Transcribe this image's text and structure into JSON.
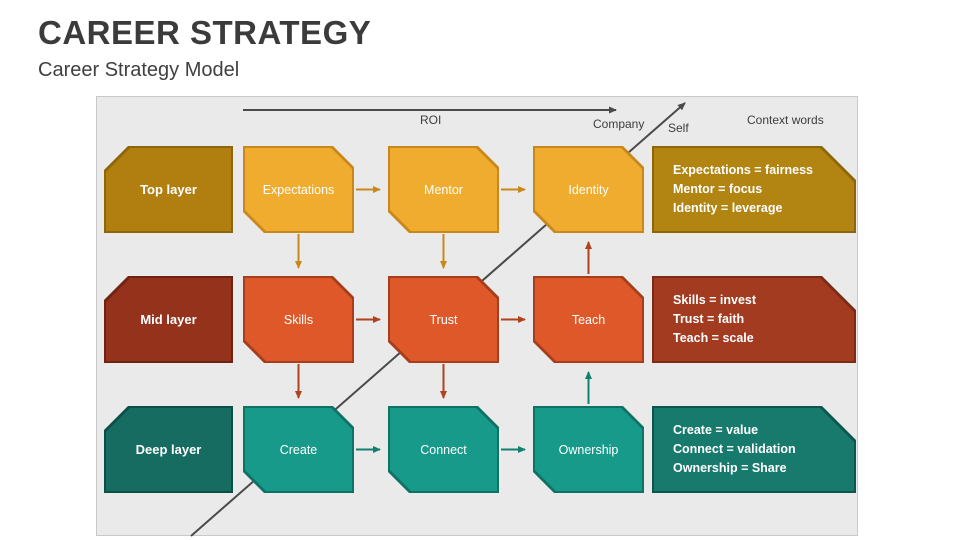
{
  "slide": {
    "title": "CAREER STRATEGY",
    "subtitle": "Career Strategy Model"
  },
  "diagram": {
    "axis": {
      "roi": "ROI",
      "company": "Company",
      "self": "Self",
      "context_words": "Context words"
    },
    "rows": [
      {
        "layer_label": "Top layer",
        "boxes": [
          "Expectations",
          "Mentor",
          "Identity"
        ],
        "context_lines": [
          "Expectations = fairness",
          "Mentor = focus",
          "Identity = leverage"
        ],
        "colors": {
          "box_fill": "#f0ac2e",
          "box_border": "#c9881c",
          "layer_fill": "#b17f10",
          "context_fill": "#b28412",
          "arrow": "#c8891a"
        }
      },
      {
        "layer_label": "Mid layer",
        "boxes": [
          "Skills",
          "Trust",
          "Teach"
        ],
        "context_lines": [
          "Skills = invest",
          "Trust = faith",
          "Teach = scale"
        ],
        "colors": {
          "box_fill": "#df5829",
          "box_border": "#a63e1b",
          "layer_fill": "#94321c",
          "context_fill": "#a33b21",
          "arrow": "#b0431e"
        }
      },
      {
        "layer_label": "Deep layer",
        "boxes": [
          "Create",
          "Connect",
          "Ownership"
        ],
        "context_lines": [
          "Create = value",
          "Connect = validation",
          "Ownership = Share"
        ],
        "colors": {
          "box_fill": "#189a8a",
          "box_border": "#0f7264",
          "layer_fill": "#176c61",
          "context_fill": "#187a6d",
          "arrow": "#11806f"
        }
      }
    ],
    "panel_colors": {
      "background": "#eaeaea",
      "border": "#c9c9c9",
      "axis_arrow": "#4a4a4a",
      "text": "#ffffff"
    }
  }
}
